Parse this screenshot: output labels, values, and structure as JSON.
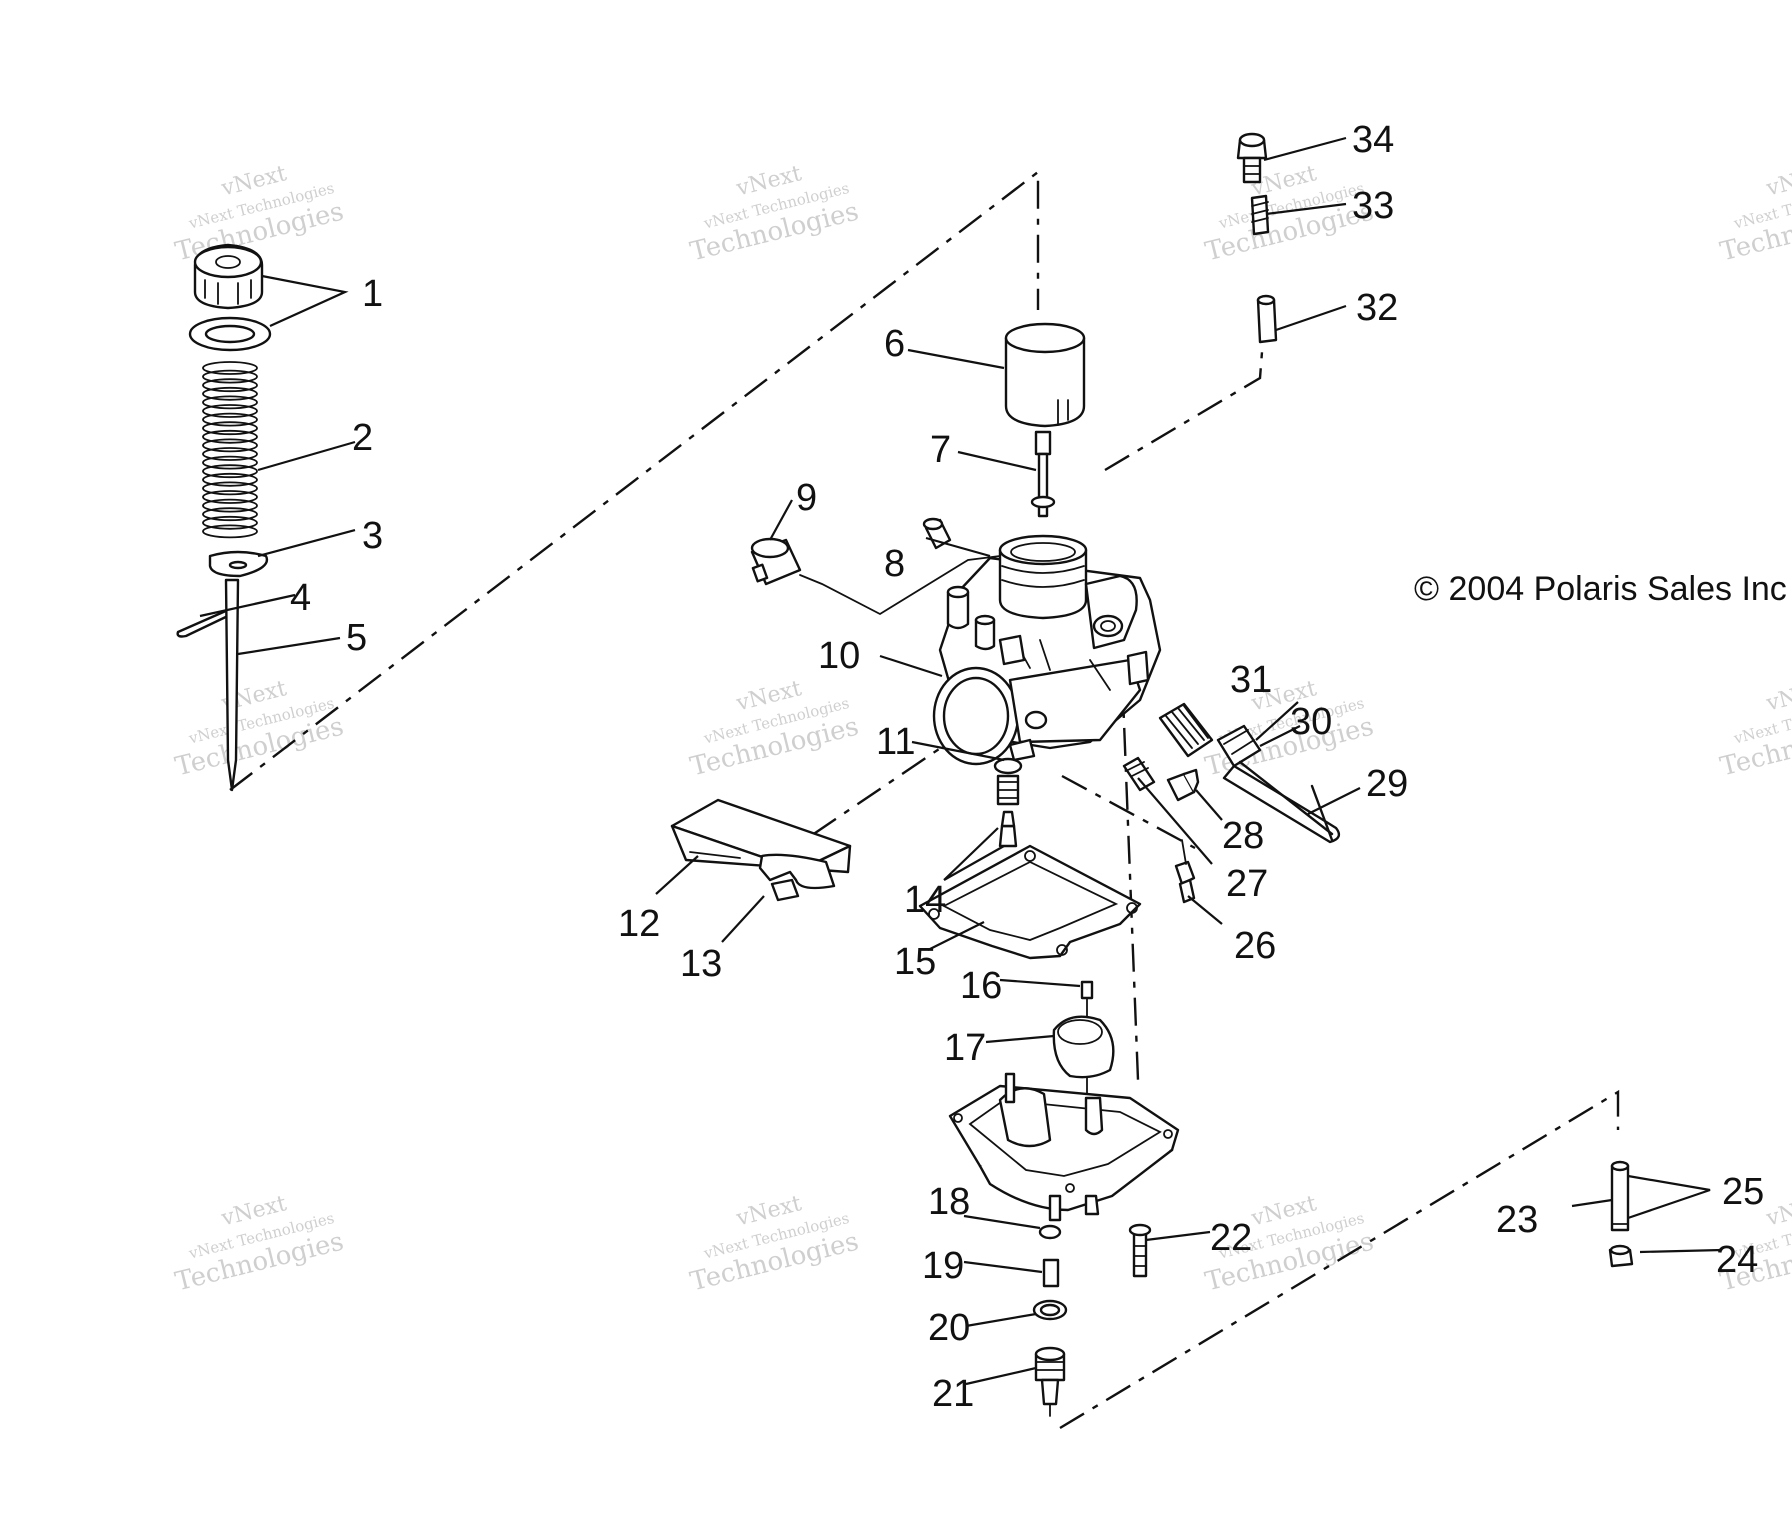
{
  "copyright": "© 2004 Polaris Sales Inc",
  "watermark": {
    "line1": "vNext",
    "line2": "vNext Technologies",
    "line3": "Technologies",
    "color": "#cfcfcf"
  },
  "callouts": [
    {
      "id": "1",
      "label": "1"
    },
    {
      "id": "2",
      "label": "2"
    },
    {
      "id": "3",
      "label": "3"
    },
    {
      "id": "4",
      "label": "4"
    },
    {
      "id": "5",
      "label": "5"
    },
    {
      "id": "6",
      "label": "6"
    },
    {
      "id": "7",
      "label": "7"
    },
    {
      "id": "8",
      "label": "8"
    },
    {
      "id": "9",
      "label": "9"
    },
    {
      "id": "10",
      "label": "10"
    },
    {
      "id": "11",
      "label": "11"
    },
    {
      "id": "12",
      "label": "12"
    },
    {
      "id": "13",
      "label": "13"
    },
    {
      "id": "14",
      "label": "14"
    },
    {
      "id": "15",
      "label": "15"
    },
    {
      "id": "16",
      "label": "16"
    },
    {
      "id": "17",
      "label": "17"
    },
    {
      "id": "18",
      "label": "18"
    },
    {
      "id": "19",
      "label": "19"
    },
    {
      "id": "20",
      "label": "20"
    },
    {
      "id": "21",
      "label": "21"
    },
    {
      "id": "22",
      "label": "22"
    },
    {
      "id": "23",
      "label": "23"
    },
    {
      "id": "24",
      "label": "24"
    },
    {
      "id": "25",
      "label": "25"
    },
    {
      "id": "26",
      "label": "26"
    },
    {
      "id": "27",
      "label": "27"
    },
    {
      "id": "28",
      "label": "28"
    },
    {
      "id": "29",
      "label": "29"
    },
    {
      "id": "30",
      "label": "30"
    },
    {
      "id": "31",
      "label": "31"
    },
    {
      "id": "32",
      "label": "32"
    },
    {
      "id": "33",
      "label": "33"
    },
    {
      "id": "34",
      "label": "34"
    }
  ]
}
